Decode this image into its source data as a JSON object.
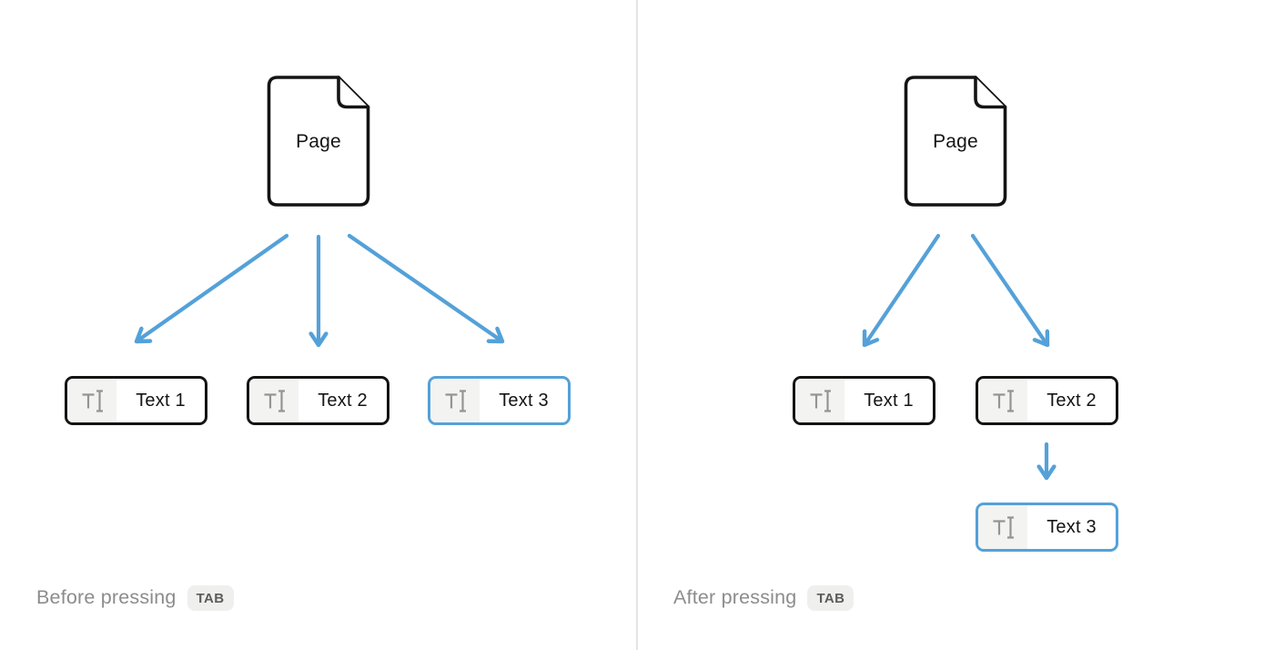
{
  "colors": {
    "arrow_blue": "#54A1D8",
    "selected_blue": "#54A1D8",
    "box_border": "#141414",
    "page_text": "#141414",
    "label_text": "#141414",
    "icon_gray": "#949494",
    "icon_bg": "#f3f3f1",
    "caption_gray": "#8c8c8c",
    "badge_bg": "#efefee",
    "badge_text": "#5c5c5c",
    "divider": "#e4e4e4"
  },
  "panels": {
    "before": {
      "page_label": "Page",
      "blocks": [
        {
          "label": "Text 1",
          "selected": false
        },
        {
          "label": "Text 2",
          "selected": false
        },
        {
          "label": "Text 3",
          "selected": true
        }
      ],
      "caption": "Before pressing",
      "key": "TAB"
    },
    "after": {
      "page_label": "Page",
      "blocks": [
        {
          "label": "Text 1",
          "selected": false
        },
        {
          "label": "Text 2",
          "selected": false
        },
        {
          "label": "Text 3",
          "selected": true
        }
      ],
      "caption": "After pressing",
      "key": "TAB"
    }
  }
}
